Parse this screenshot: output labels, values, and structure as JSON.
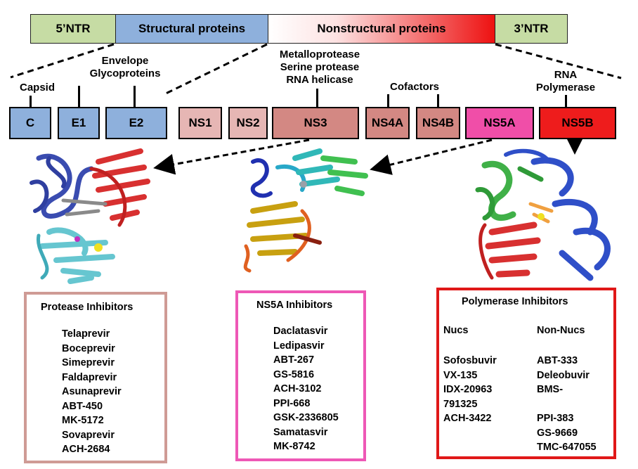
{
  "genome": {
    "segments": [
      {
        "label": "5’NTR"
      },
      {
        "label": "Structural proteins"
      },
      {
        "label": "Nonstructural proteins"
      },
      {
        "label": "3’NTR"
      }
    ]
  },
  "proteins": {
    "structural": [
      "C",
      "E1",
      "E2"
    ],
    "nonstructural": [
      "NS1",
      "NS2",
      "NS3",
      "NS4A",
      "NS4B",
      "NS5A",
      "NS5B"
    ]
  },
  "annotations": {
    "capsid": "Capsid",
    "envelope_line1": "Envelope",
    "envelope_line2": "Glycoproteins",
    "ns3_line1": "Metalloprotease",
    "ns3_line2": "Serine protease",
    "ns3_line3": "RNA helicase",
    "cofactors": "Cofactors",
    "rna_line1": "RNA",
    "rna_line2": "Polymerase"
  },
  "colors": {
    "ntr": "#c6dca4",
    "structural": "#8eb0dc",
    "ns_light": "#e6b6b4",
    "ns_mid": "#d38883",
    "ns5a": "#f04ea8",
    "ns5b": "#ee1c1c",
    "protease_border": "#cf9b95",
    "ns5a_border": "#ee58b6",
    "polymerase_border": "#e01818"
  },
  "panels": {
    "protease": {
      "title": "Protease Inhibitors",
      "drugs": [
        "Telaprevir",
        "Boceprevir",
        "Simeprevir",
        "Faldaprevir",
        "Asunaprevir",
        "ABT-450",
        "MK-5172",
        "Sovaprevir",
        "ACH-2684"
      ]
    },
    "ns5a": {
      "title": "NS5A Inhibitors",
      "drugs": [
        "Daclatasvir",
        "Ledipasvir",
        "ABT-267",
        "GS-5816",
        "ACH-3102",
        "PPI-668",
        "GSK-2336805",
        "Samatasvir",
        "MK-8742"
      ]
    },
    "polymerase": {
      "title": "Polymerase Inhibitors",
      "nucs_header": "Nucs",
      "nucs": [
        "Sofosbuvir",
        "VX-135",
        "IDX-20963",
        "791325",
        "ACH-3422"
      ],
      "nonnucs_header": "Non-Nucs",
      "nonnucs": [
        "ABT-333",
        "Deleobuvir",
        "BMS-",
        "",
        "PPI-383",
        "GS-9669",
        "TMC-647055"
      ]
    }
  }
}
